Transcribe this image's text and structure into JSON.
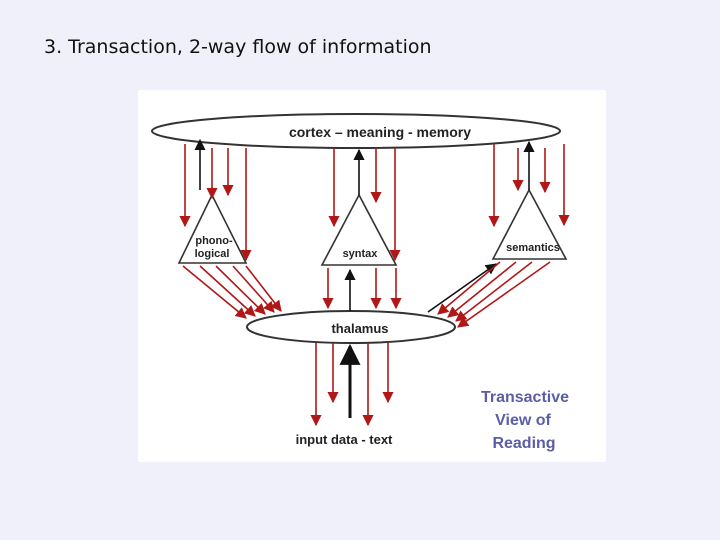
{
  "slide": {
    "title": "3. Transaction, 2-way flow of information"
  },
  "diagram": {
    "cortex_label": "cortex – meaning - memory",
    "thalamus_label": "thalamus",
    "phonological_line1": "phono-",
    "phonological_line2": "logical",
    "syntax_label": "syntax",
    "semantics_label": "semantics",
    "input_label": "input data - text",
    "caption_line1": "Transactive",
    "caption_line2": "View of",
    "caption_line3": "Reading",
    "colors": {
      "arrow_red": "#b01818",
      "arrow_black": "#111111",
      "caption": "#5b5ea6",
      "figure_bg": "#ffffff",
      "slide_bg": "#f0f0fb"
    }
  }
}
